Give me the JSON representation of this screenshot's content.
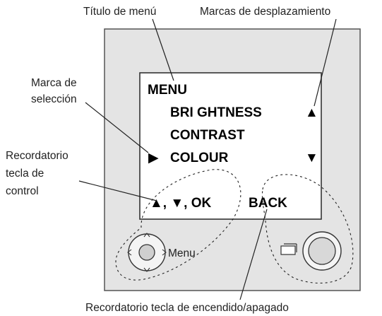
{
  "callouts": {
    "menu_title": "Título de menú",
    "scroll_marks": "Marcas de desplazamiento",
    "selection_mark_line1": "Marca de",
    "selection_mark_line2": "selección",
    "control_reminder_line1": "Recordatorio",
    "control_reminder_line2": "tecla de",
    "control_reminder_line3": "control",
    "power_reminder": "Recordatorio tecla de encendido/apagado"
  },
  "screen": {
    "title": "MENU",
    "items": [
      "BRI GHTNESS",
      "CONTRAST",
      "COLOUR"
    ],
    "selected_index": 2,
    "scroll_up_mark": "▲",
    "scroll_down_mark": "▼",
    "selection_mark": "▶",
    "control_hint": "▲, ▼, OK",
    "back_hint": "BACK"
  },
  "device": {
    "menu_button_label": "Menu",
    "panel_color": "#e4e4e4",
    "screen_color": "#ffffff"
  }
}
